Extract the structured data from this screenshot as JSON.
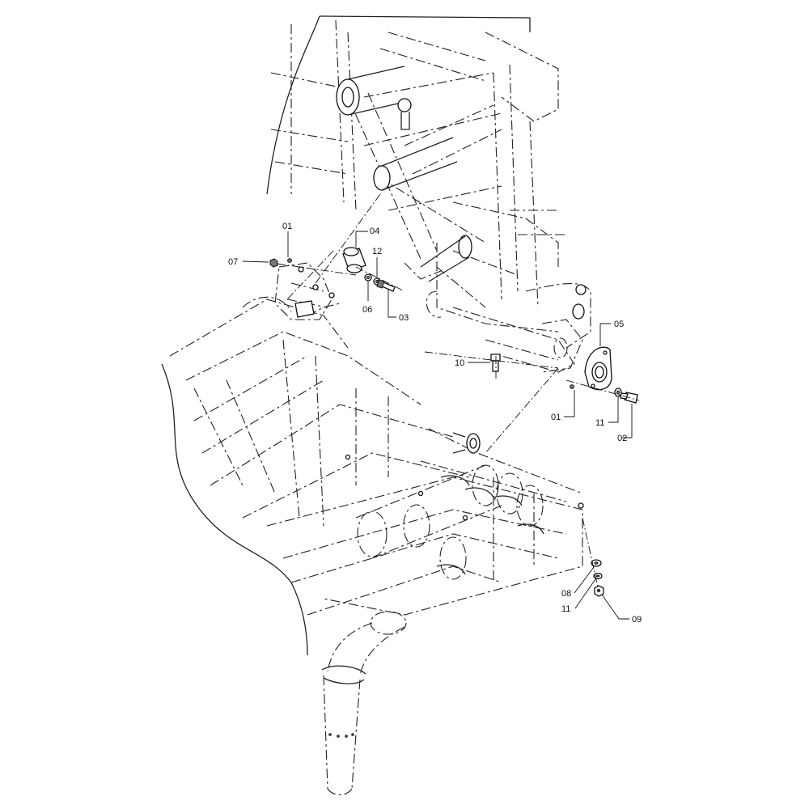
{
  "callouts": {
    "c01a": "01",
    "c07": "07",
    "c04": "04",
    "c12": "12",
    "c06": "06",
    "c03": "03",
    "c05": "05",
    "c10": "10",
    "c01b": "01",
    "c11a": "11",
    "c02": "02",
    "c08": "08",
    "c11b": "11",
    "c09": "09"
  }
}
